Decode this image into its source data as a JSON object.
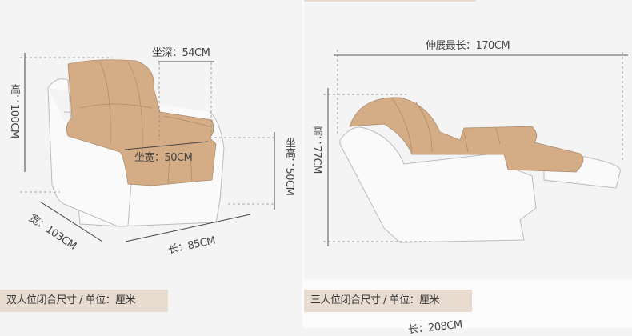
{
  "single_chair": {
    "height": "高：100CM",
    "seat_depth": "坐深：54CM",
    "seat_width": "坐宽：50CM",
    "seat_height": "坐高：50CM",
    "width": "宽：103CM",
    "length": "长：85CM"
  },
  "reclined_chair": {
    "extended_length": "伸展最长：170CM",
    "height": "高：77CM"
  },
  "sections": [
    {
      "caption": "双人位闭合尺寸 / 单位：厘米"
    },
    {
      "caption": "三人位闭合尺寸 / 单位：厘米",
      "partial_label": "长：208CM"
    }
  ],
  "colors": {
    "leather": "#d4ac85",
    "caption_bg": "#e8dcd0",
    "background": "#f4f4f4"
  }
}
